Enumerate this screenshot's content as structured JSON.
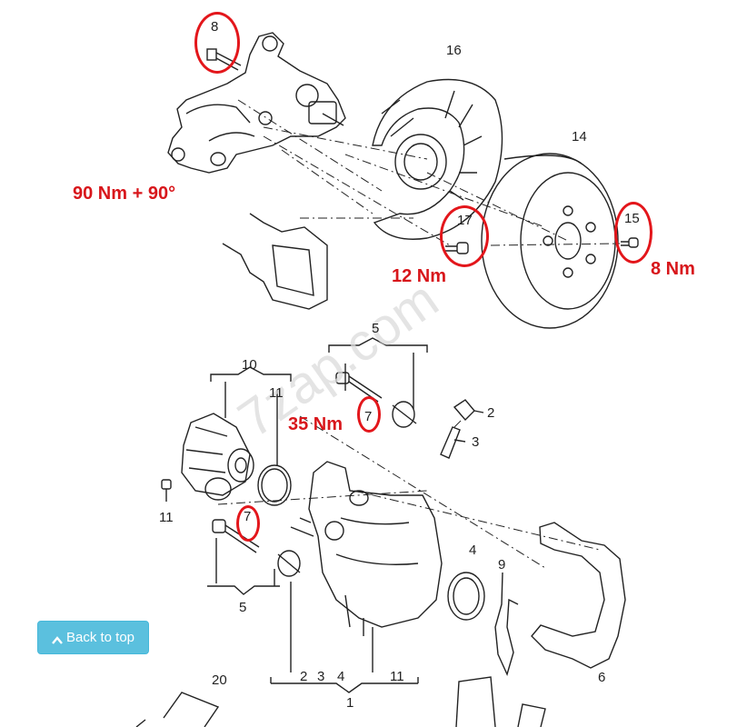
{
  "watermark": "7zap.com",
  "callouts": {
    "c8": "8",
    "c16": "16",
    "c14": "14",
    "c17": "17",
    "c15": "15",
    "c5a": "5",
    "c10": "10",
    "c11a": "11",
    "c7a": "7",
    "c2": "2",
    "c3": "3",
    "c11b": "11",
    "c7b": "7",
    "c5b": "5",
    "c4": "4",
    "c9": "9",
    "c6": "6",
    "c20": "20",
    "c2b": "2",
    "c3b": "3",
    "c4b": "4",
    "c11c": "11",
    "c1": "1"
  },
  "torque": {
    "hub_bolt": "90 Nm + 90°",
    "shield_bolt": "12 Nm",
    "disc_screw": "8 Nm",
    "guide_bolt": "35 Nm"
  },
  "controls": {
    "back_to_top": "Back to top",
    "back_to_top_icon": "chevron-up-icon"
  },
  "colors": {
    "highlight": "#e3161b",
    "torque_text": "#d8161b",
    "button_bg": "#5bc0de"
  }
}
